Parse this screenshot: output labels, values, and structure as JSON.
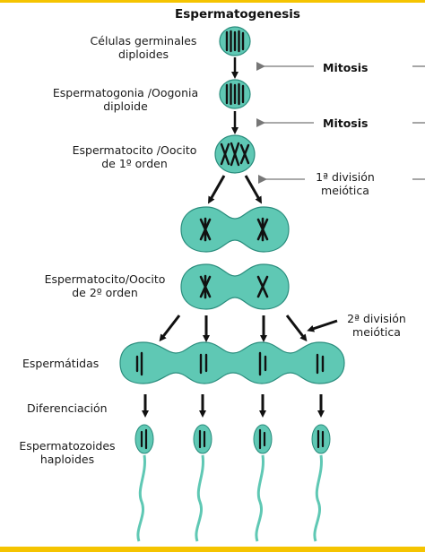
{
  "title": "Espermatogenesis",
  "labels": {
    "germinal": [
      "Células germinales",
      "diploides"
    ],
    "espermatogonia": [
      "Espermatogonia /Oogonia",
      "diploide"
    ],
    "espermatocito1": [
      "Espermatocito /Oocito",
      "de 1º orden"
    ],
    "espermatocito2": [
      "Espermatocito/Oocito",
      "de 2º orden"
    ],
    "espermatidas": "Espermátidas",
    "diferenciacion": "Diferenciación",
    "espermatozoides": [
      "Espermatozoides",
      "haploides"
    ]
  },
  "processes": {
    "mitosis1": "Mitosis",
    "mitosis2": "Mitosis",
    "meiosis1": [
      "1ª división",
      "meiótica"
    ],
    "meiosis2": [
      "2ª división",
      "meiótica"
    ]
  },
  "colors": {
    "cell_fill": "#5fc8b4",
    "cell_stroke": "#2a8d7d",
    "chromosome": "#111111",
    "bar": "#f5c400",
    "arrow": "#111111",
    "pointer": "#777777"
  }
}
